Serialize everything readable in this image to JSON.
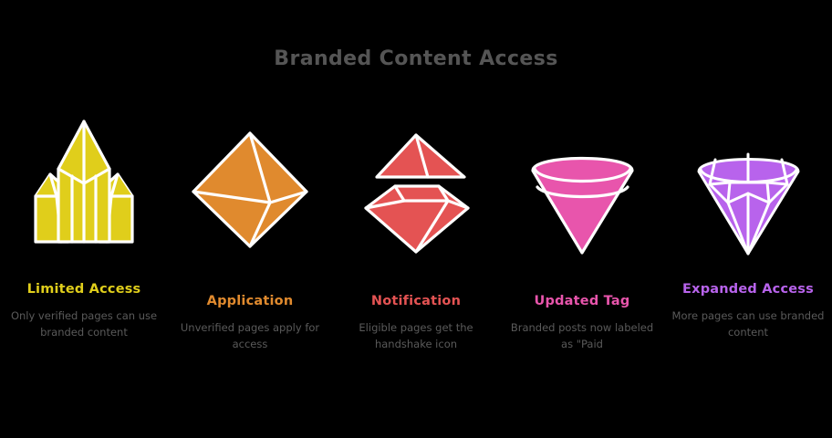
{
  "title": "Branded Content Access",
  "theme": {
    "background": "#000000",
    "title_color": "#555555",
    "body_text_color": "#5a5a5a",
    "facet_line_color": "#ffffff"
  },
  "columns": [
    {
      "heading": "Limited Access",
      "body": "Only verified pages can use branded content",
      "color": "#E0CE1B",
      "icon": "crystal-cluster-icon"
    },
    {
      "heading": "Application",
      "body": "Unverified pages apply for access",
      "color": "#E08A2E",
      "icon": "octahedron-gem-icon"
    },
    {
      "heading": "Notification",
      "body": "Eligible pages get the handshake icon",
      "color": "#E45353",
      "icon": "split-gem-icon"
    },
    {
      "heading": "Updated Tag",
      "body": "Branded posts now labeled as \"Paid",
      "color": "#E855AC",
      "icon": "round-cut-diamond-icon"
    },
    {
      "heading": "Expanded Access",
      "body": "More pages can use branded content",
      "color": "#B863EC",
      "icon": "brilliant-cut-diamond-icon"
    }
  ]
}
